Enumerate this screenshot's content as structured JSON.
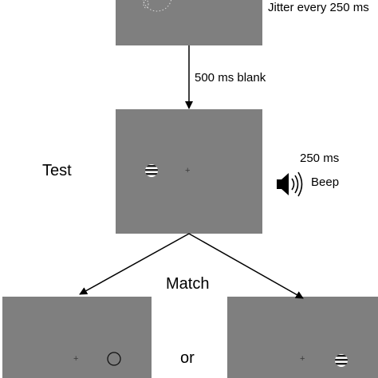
{
  "top_panel": {
    "jitter_text": "Jitter every 250 ms"
  },
  "transition": {
    "blank_text": "500 ms blank"
  },
  "test_phase": {
    "label": "Test",
    "sound_duration": "250 ms",
    "sound_label": "Beep",
    "fixation": "+"
  },
  "match_phase": {
    "label": "Match",
    "separator": "or",
    "left_option": {
      "fixation": "+"
    },
    "right_option": {
      "fixation": "+"
    }
  },
  "colors": {
    "panel_gray": "#7f7f7f",
    "background": "#ffffff",
    "stimulus_dark": "#1a1a1a",
    "stimulus_light": "#ffffff"
  },
  "icons": [
    "speaker-icon",
    "grating-stimulus-icon",
    "circle-outline-icon",
    "arrow-icon"
  ]
}
